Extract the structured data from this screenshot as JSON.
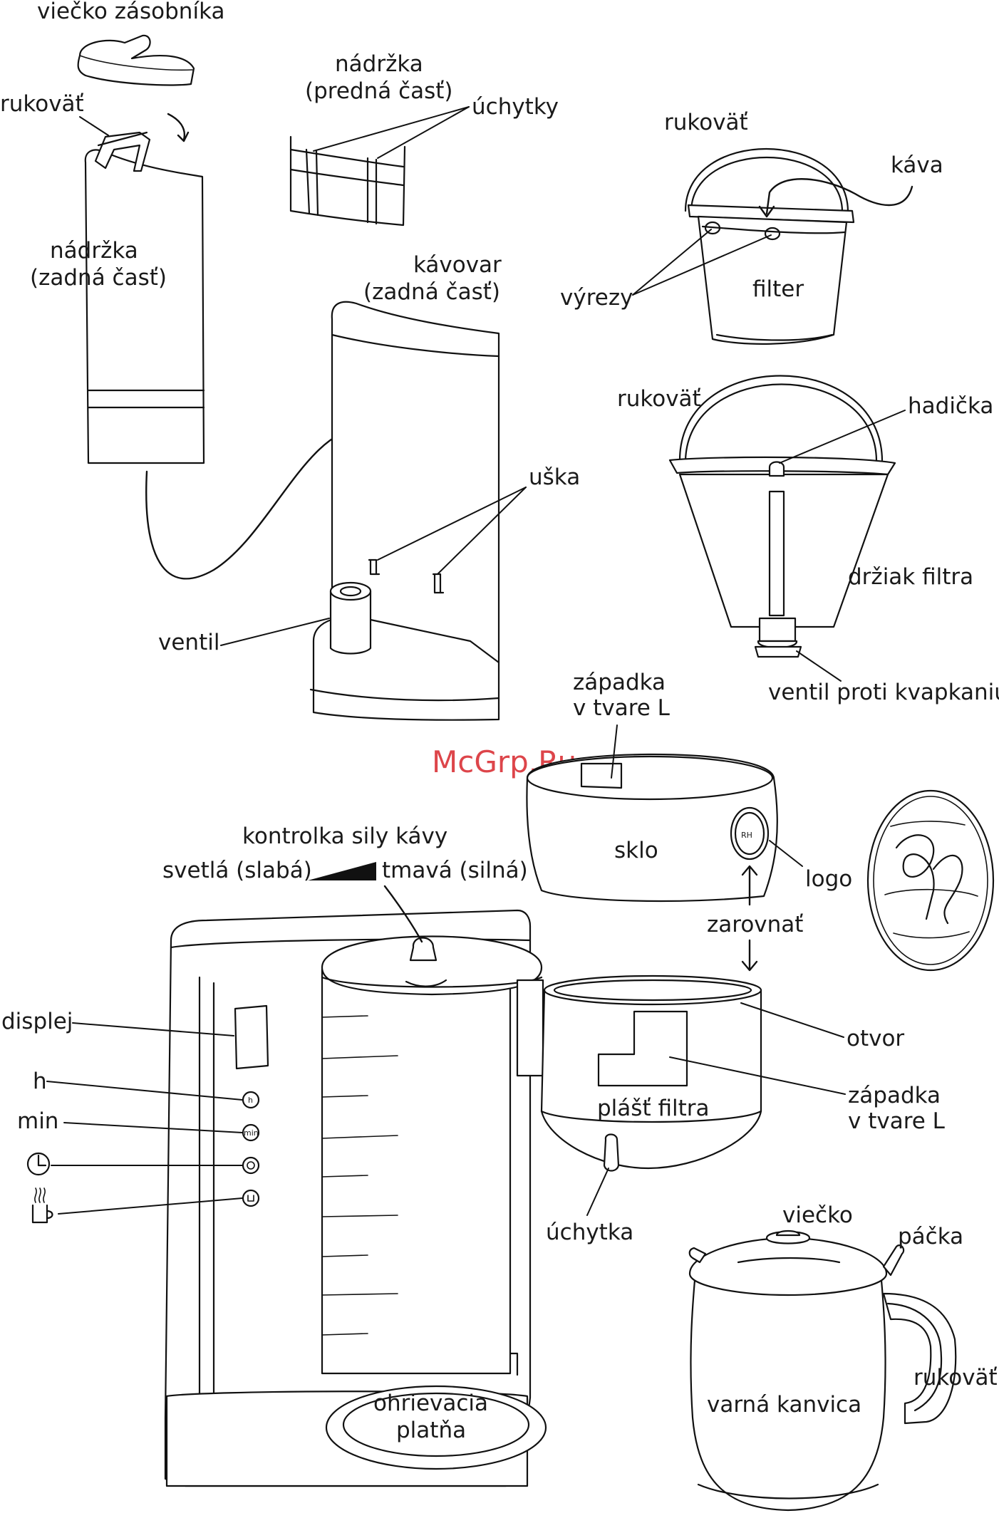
{
  "labels": {
    "reservoir_lid": "viečko zásobníka",
    "handle_reservoir": "rukoväť",
    "reservoir_front_title": "nádržka",
    "reservoir_front_sub": "(predná časť)",
    "clips": "úchytky",
    "handle_filter": "rukoväť",
    "coffee": "káva",
    "reservoir_back_title": "nádržka",
    "reservoir_back_sub": "(zadná časť)",
    "notches": "výrezy",
    "filter": "filter",
    "machine_back_title": "kávovar",
    "machine_back_sub": "(zadná časť)",
    "handle_holder": "rukoväť",
    "tube": "hadička",
    "lugs": "uška",
    "filter_holder": "držiak filtra",
    "valve": "ventil",
    "anti_drip_valve": "ventil proti kvapkaniu",
    "l_latch_top_1": "západka",
    "l_latch_top_2": "v tvare L",
    "watermark": "McGrp.Ru",
    "glass": "sklo",
    "logo": "logo",
    "strength_indicator": "kontrolka sily kávy",
    "light_weak": "svetlá (slabá)",
    "dark_strong": "tmavá (silná)",
    "align": "zarovnať",
    "display": "displej",
    "hours": "h",
    "minutes": "min",
    "opening": "otvor",
    "l_latch_1": "západka",
    "l_latch_2": "v tvare L",
    "filter_housing": "plášť filtra",
    "clip": "úchytka",
    "lid": "viečko",
    "lever": "páčka",
    "carafe": "varná kanvica",
    "handle_carafe": "rukoväť",
    "warming_plate_1": "ohrievacia",
    "warming_plate_2": "platňa"
  },
  "buttons": {
    "hours": "h",
    "minutes": "min"
  },
  "icons": {
    "clock": "clock-icon",
    "brew": "steaming-cup-icon"
  },
  "colors": {
    "line": "#111111",
    "watermark": "#d8252b"
  }
}
